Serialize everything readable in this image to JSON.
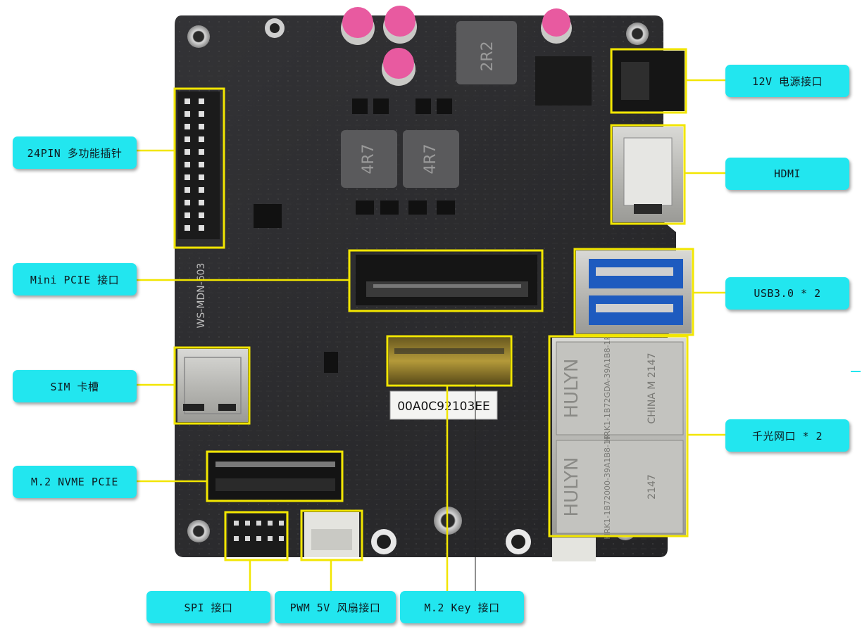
{
  "labels": {
    "pin24": "24PIN 多功能插针",
    "mini_pcie": "Mini PCIE 接口",
    "sim": "SIM 卡槽",
    "m2_nvme": "M.2 NVME PCIE",
    "spi": "SPI 接口",
    "pwm_fan": "PWM 5V 风扇接口",
    "m2_key": "M.2 Key 接口",
    "power_12v": "12V 电源接口",
    "hdmi": "HDMI",
    "usb3": "USB3.0 * 2",
    "gigabit": "千光网口 * 2"
  },
  "board_text": {
    "inductor_top": "2R2",
    "inductor_left": "4R7",
    "inductor_right": "4R7",
    "mac_sticker": "00A0C92103EE",
    "silk_model": "WS-MDN-603",
    "rj45_brand": "HULYN",
    "rj45_top_part": "HRK1-1B72GDA-39A1B8-1R",
    "rj45_top_country": "CHINA M 2147",
    "rj45_bottom_part": "HRK1-1B72000-39A1B8-1R",
    "rj45_bottom_code": "2147"
  },
  "colors": {
    "callout": "#f2e600",
    "label_bg": "#22e6ef",
    "board": "#2b2b2d"
  }
}
